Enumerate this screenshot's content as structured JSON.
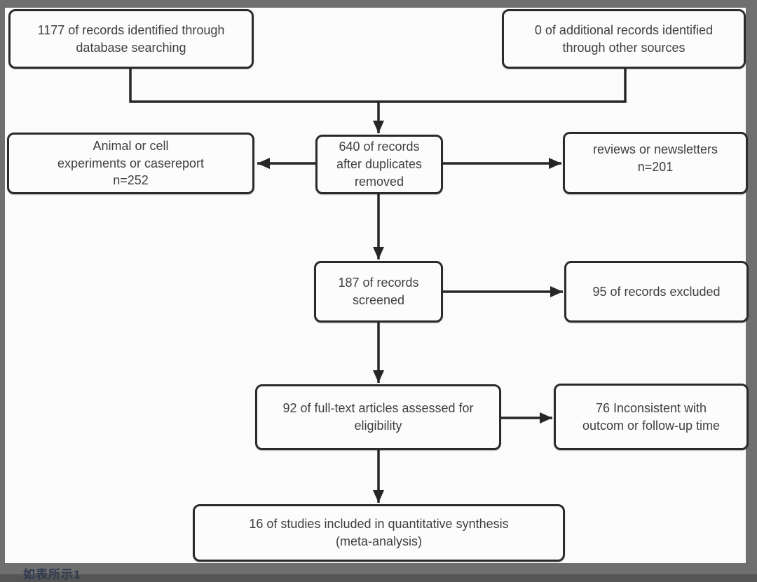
{
  "diagram": {
    "type": "prisma-flow",
    "colors": {
      "frame_gray": "#6f6f6f",
      "canvas_white": "#fbfbfb",
      "box_fill": "#fcfcfc",
      "box_border": "#2b2b2b",
      "text": "#3f3f3f",
      "connector": "#262626",
      "caption": "#2d3a4f"
    },
    "boxes": {
      "identified": {
        "label": "1177 of records identified through\ndatabase searching",
        "n": 1177
      },
      "additional": {
        "label": "0 of additional records identified\nthrough other sources",
        "n": 0
      },
      "after_duplicates": {
        "label": "640 of records\nafter duplicates\nremoved",
        "n": 640
      },
      "animal_excluded": {
        "label": "Animal or cell\nexperiments or casereport\nn=252",
        "n": 252
      },
      "reviews_excluded": {
        "label": "reviews or newsletters\nn=201",
        "n": 201
      },
      "screened": {
        "label": "187 of records\nscreened",
        "n": 187
      },
      "records_excluded": {
        "label": "95 of records excluded",
        "n": 95
      },
      "fulltext_assessed": {
        "label": "92 of full-text articles assessed for\neligibility",
        "n": 92
      },
      "inconsistent_excluded": {
        "label": "76 Inconsistent with\noutcom or follow-up time",
        "n": 76
      },
      "included": {
        "label": "16 of studies included in quantitative synthesis\n(meta-analysis)",
        "n": 16
      }
    },
    "caption_fragment": "如表所示1"
  }
}
